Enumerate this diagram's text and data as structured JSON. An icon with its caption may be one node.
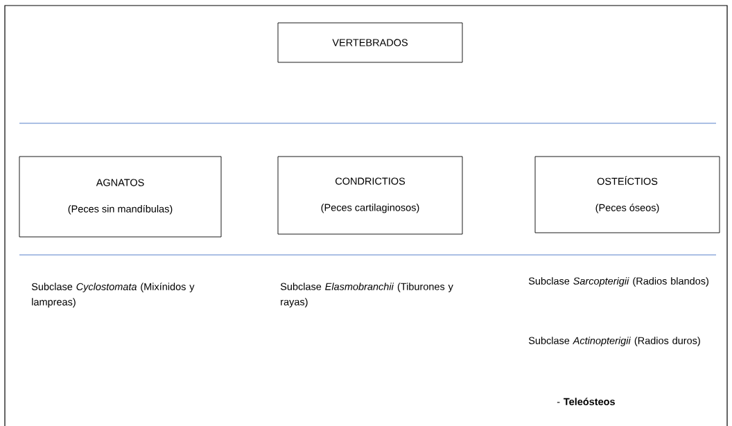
{
  "diagram": {
    "nodes": [
      {
        "text": [
          "VERTEBRADOS"
        ]
      },
      {
        "text": [
          "AGNATOS",
          "(Peces sin mandíbulas)"
        ]
      },
      {
        "text": [
          "CONDRICTIOS",
          "(Peces cartilaginosos)"
        ]
      },
      {
        "text": [
          "OSTEÍCTIOS",
          "(Peces óseos)"
        ]
      }
    ],
    "labels": [
      "Subclase *Cyclostomata* (Mixínidos y lampreas)",
      "Subclase *Elasmobranchii* (Tiburones y rayas)",
      "Subclase *Sarcopterigii* (Radios blandos)",
      "Subclase *Actinopterigii* (Radios duros)",
      "- **Teleósteos**"
    ]
  }
}
